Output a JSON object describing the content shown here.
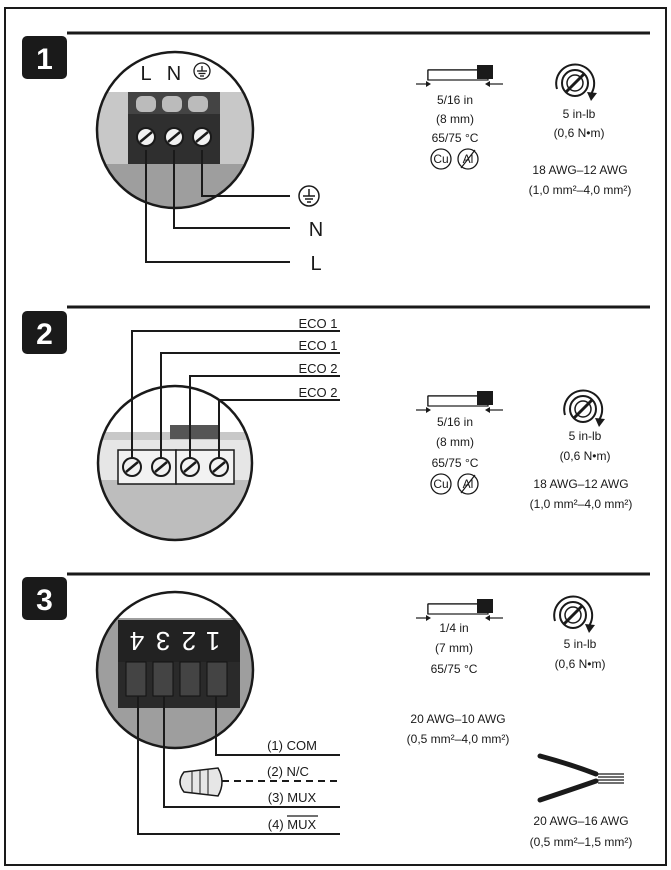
{
  "sections": [
    {
      "number": "1",
      "terminal_labels": [
        "L",
        "N"
      ],
      "wire_labels": [
        "N",
        "L"
      ],
      "strip_length": "5/16 in",
      "strip_length_mm": "(8 mm)",
      "temperature": "65/75 °C",
      "materials": [
        "Cu",
        "Al"
      ],
      "torque": "5 in-lb",
      "torque_nm": "(0,6 N•m)",
      "gauge": "18 AWG–12 AWG",
      "gauge_mm": "(1,0 mm²–4,0 mm²)"
    },
    {
      "number": "2",
      "wire_labels": [
        "ECO 1",
        "ECO 1",
        "ECO 2",
        "ECO 2"
      ],
      "strip_length": "5/16 in",
      "strip_length_mm": "(8 mm)",
      "temperature": "65/75 °C",
      "materials": [
        "Cu",
        "Al"
      ],
      "torque": "5 in-lb",
      "torque_nm": "(0,6 N•m)",
      "gauge": "18 AWG–12 AWG",
      "gauge_mm": "(1,0 mm²–4,0 mm²)"
    },
    {
      "number": "3",
      "terminal_labels": [
        "4",
        "3",
        "2",
        "1"
      ],
      "wire_labels": [
        "(1) COM",
        "(2) N/C",
        "(3) MUX",
        "(4) MUX"
      ],
      "strip_length": "1/4 in",
      "strip_length_mm": "(7 mm)",
      "temperature": "65/75 °C",
      "torque": "5 in-lb",
      "torque_nm": "(0,6 N•m)",
      "gauge": "20 AWG–10 AWG",
      "gauge_mm": "(0,5 mm²–4,0 mm²)",
      "gauge_alt": "20 AWG–16 AWG",
      "gauge_alt_mm": "(0,5 mm²–1,5 mm²)"
    }
  ],
  "colors": {
    "ink": "#1a1a1a",
    "circle_fill": "#bdbdbd",
    "terminal_dark": "#333333",
    "terminal_light": "#d9d9d9"
  },
  "icons": [
    "ground-icon",
    "wire-strip-icon",
    "torque-screw-icon",
    "wire-nut-icon",
    "stranded-wire-icon"
  ]
}
